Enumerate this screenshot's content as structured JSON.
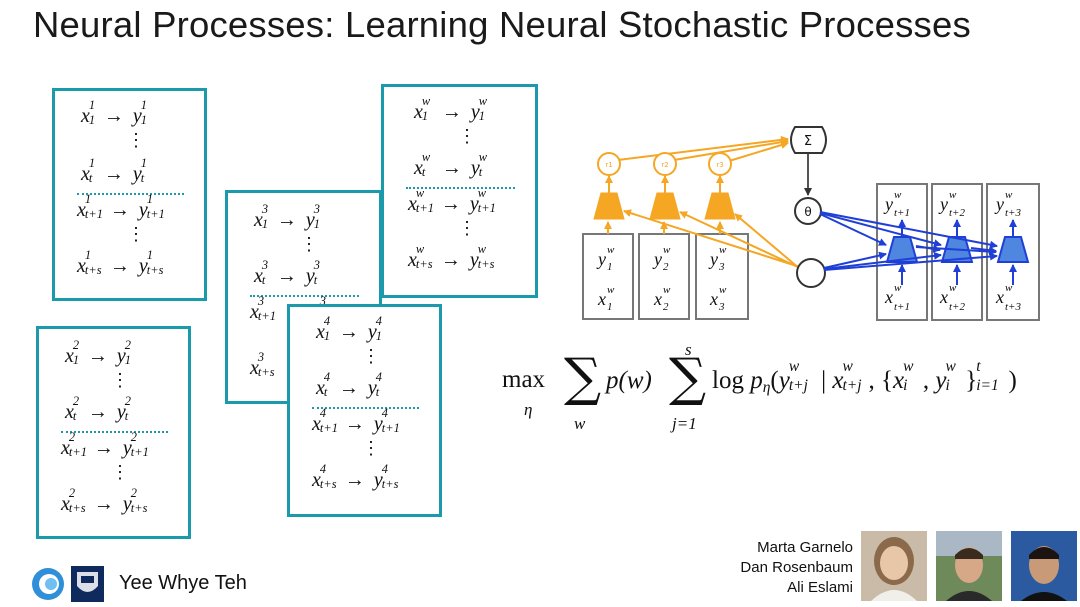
{
  "slide": {
    "title": "Neural Processes: Learning Neural Stochastic Processes",
    "presenter": "Yee Whye Teh",
    "authors": [
      "Marta Garnelo",
      "Dan Rosenbaum",
      "Ali Eslami"
    ]
  },
  "cards": [
    {
      "task": "1"
    },
    {
      "task": "2"
    },
    {
      "task": "3"
    },
    {
      "task": "4"
    },
    {
      "task": "w"
    }
  ],
  "diagram": {
    "sum_label": "Σ",
    "theta_label": "θ",
    "r_labels": [
      "r1",
      "r2",
      "r3"
    ],
    "context_cells": [
      {
        "y": "y",
        "y_sub": "1",
        "x": "x",
        "x_sub": "1",
        "sup": "w"
      },
      {
        "y": "y",
        "y_sub": "2",
        "x": "x",
        "x_sub": "2",
        "sup": "w"
      },
      {
        "y": "y",
        "y_sub": "3",
        "x": "x",
        "x_sub": "3",
        "sup": "w"
      }
    ],
    "target_cells": [
      {
        "y": "y",
        "y_sub": "t+1",
        "x": "x",
        "x_sub": "t+1",
        "sup": "w"
      },
      {
        "y": "y",
        "y_sub": "t+2",
        "x": "x",
        "x_sub": "t+2",
        "sup": "w"
      },
      {
        "y": "y",
        "y_sub": "t+3",
        "x": "x",
        "x_sub": "t+3",
        "sup": "w"
      }
    ],
    "colors": {
      "encoder": "#f5a623",
      "decoder": "#1f3fd6",
      "decoder_fill": "#4f86e0",
      "cell_border": "#777777",
      "card_border": "#1a9aaa"
    }
  },
  "formula": {
    "max": "max",
    "max_sub": "η",
    "sum1_sub": "w",
    "p": "p(w)",
    "sum2_top": "s",
    "sum2_sub": "j=1",
    "log": "log",
    "p_eta": "p",
    "eta": "η",
    "open": "(",
    "y": "y",
    "y_sup": "w",
    "y_sub": "t+j",
    "bar": " | ",
    "x": "x",
    "x_sup": "w",
    "x_sub": "t+j",
    "comma": ", {",
    "xi": "x",
    "xi_sup": "w",
    "xi_sub": "i",
    "comma2": ", ",
    "yi": "y",
    "yi_sup": "w",
    "yi_sub": "i",
    "close_brace": "}",
    "t_sup": "t",
    "i_sub": "i=1",
    "close": ")"
  }
}
